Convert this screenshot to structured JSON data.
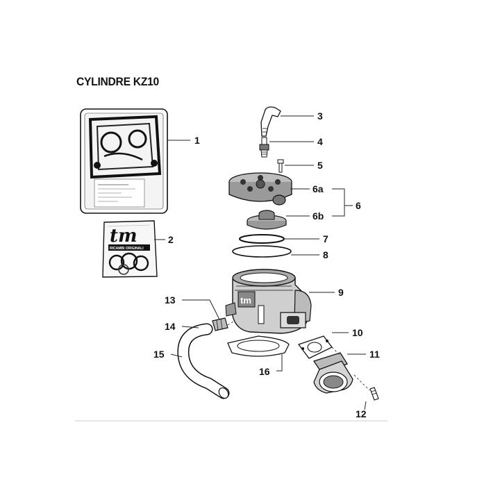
{
  "title": "CYLINDRE KZ10",
  "gasket_kit_label": {
    "brand": "tm",
    "caption": "RICAMBI ORIGINALI"
  },
  "callouts": [
    {
      "id": "1",
      "label": "1"
    },
    {
      "id": "2",
      "label": "2"
    },
    {
      "id": "3",
      "label": "3"
    },
    {
      "id": "4",
      "label": "4"
    },
    {
      "id": "5",
      "label": "5"
    },
    {
      "id": "6",
      "label": "6"
    },
    {
      "id": "6a",
      "label": "6a"
    },
    {
      "id": "6b",
      "label": "6b"
    },
    {
      "id": "7",
      "label": "7"
    },
    {
      "id": "8",
      "label": "8"
    },
    {
      "id": "9",
      "label": "9"
    },
    {
      "id": "10",
      "label": "10"
    },
    {
      "id": "11",
      "label": "11"
    },
    {
      "id": "12",
      "label": "12"
    },
    {
      "id": "13",
      "label": "13"
    },
    {
      "id": "14",
      "label": "14"
    },
    {
      "id": "15",
      "label": "15"
    },
    {
      "id": "16",
      "label": "16"
    }
  ]
}
